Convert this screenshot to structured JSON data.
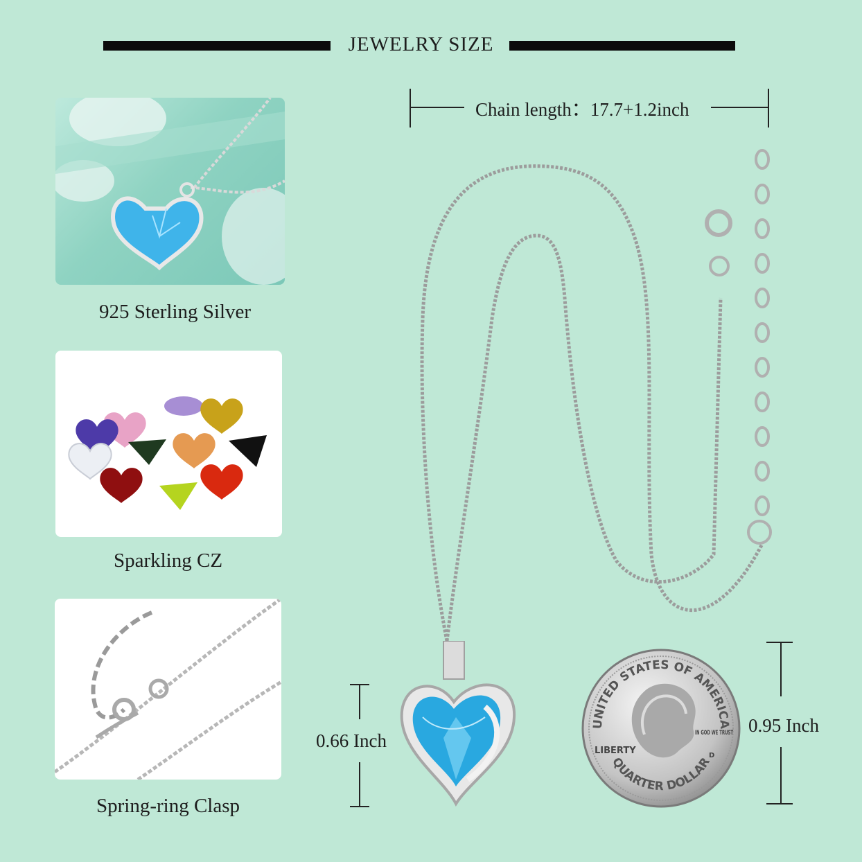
{
  "header": {
    "title": "JEWELRY SIZE"
  },
  "features": [
    {
      "caption": "925 Sterling Silver"
    },
    {
      "caption": "Sparkling CZ"
    },
    {
      "caption": "Spring-ring Clasp"
    }
  ],
  "dimensions": {
    "chain_length": "Chain length：17.7+1.2inch",
    "pendant_height": "0.66 Inch",
    "coin_diameter": "0.95 Inch"
  },
  "coin": {
    "top_text": "UNITED STATES OF AMERICA",
    "bottom_text": "QUARTER DOLLAR",
    "liberty": "LIBERTY",
    "motto": "IN GOD WE TRUST",
    "mint": "D"
  },
  "colors": {
    "background": "#bfe8d6",
    "stone_blue": "#29a8e0",
    "silver": "#c9c9c9"
  }
}
